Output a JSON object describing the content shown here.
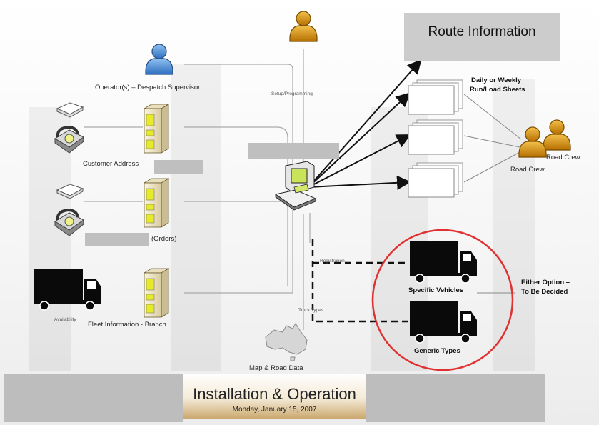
{
  "route_box": {
    "title": "Route Information"
  },
  "labels": {
    "operator": "Operator(s) – Despatch Supervisor",
    "setup": "Setup/Programming",
    "customer_address": "Customer Address",
    "orders": "(Orders)",
    "fleet_information": "Fleet Information - Branch",
    "availability": "Availability",
    "registration": "Registration",
    "truck_types": "Truck Types",
    "map_road_data": "Map & Road Data",
    "daily_weekly_line1": "Daily or Weekly",
    "daily_weekly_line2": "Run/Load Sheets",
    "road_crew_back": "Road Crew",
    "road_crew_front": "Road Crew",
    "specific_vehicles": "Specific Vehicles",
    "generic_types": "Generic Types",
    "either_option_line1": "Either Option –",
    "either_option_line2": "To Be Decided"
  },
  "footer": {
    "title": "Installation & Operation",
    "date": "Monday, January 15, 2007"
  },
  "colors": {
    "operator_blue": "#3f7fc9",
    "admin_orange": "#d58a10",
    "crew_orange": "#c98310",
    "highlight_circle": "#e03030",
    "server_beige": "#f1e7c8",
    "server_led": "#e6ea2a"
  },
  "icons": [
    "person-icon",
    "server-icon",
    "phone-icon",
    "envelope-icon",
    "truck-icon",
    "computer-icon",
    "document-stack-icon",
    "australia-map-icon"
  ]
}
